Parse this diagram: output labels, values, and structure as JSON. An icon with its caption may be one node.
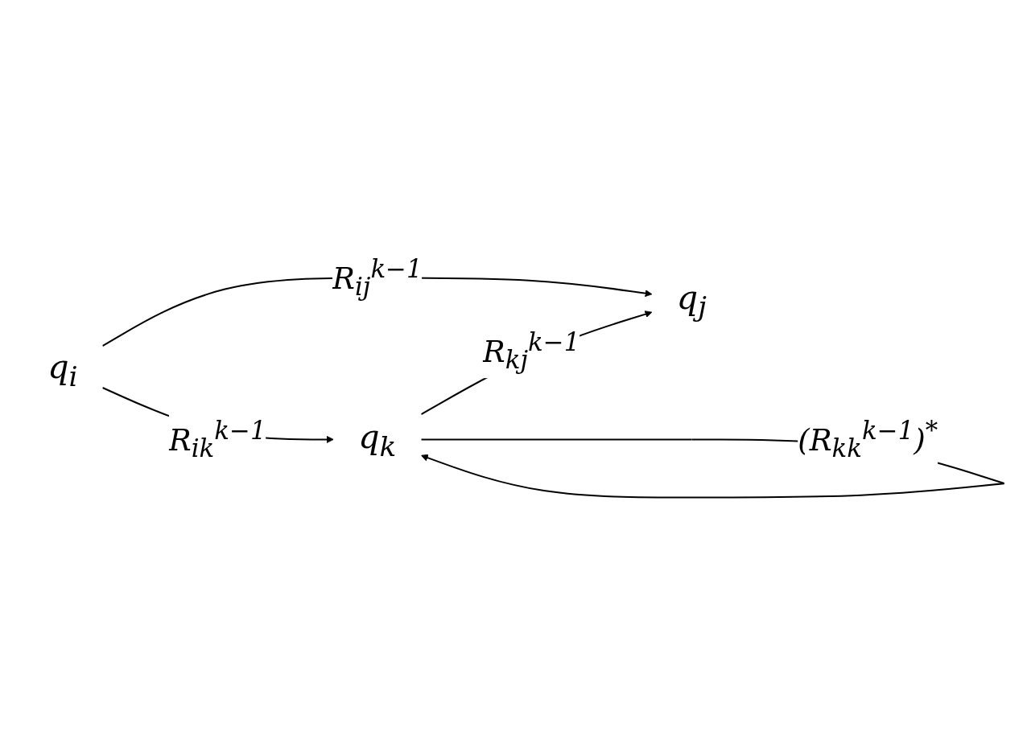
{
  "diagram": {
    "nodes": [
      {
        "text": [
          "q$_{i}$"
        ]
      },
      {
        "text": [
          "q$_{j}$"
        ]
      },
      {
        "text": [
          "q$_{k}$"
        ]
      }
    ],
    "edges": [
      {
        "from": 0,
        "to": 1,
        "arrow": "to",
        "label": "R$_{ij}$$^{k−1}$"
      },
      {
        "from": 0,
        "to": 2,
        "arrow": "to",
        "label": "R$_{ik}$$^{k−1}$"
      },
      {
        "from": 2,
        "to": 1,
        "arrow": "to",
        "label": "R$_{kj}$$^{k−1}$"
      },
      {
        "from": 2,
        "to": 2,
        "arrow": "to",
        "label": "(R$_{kk}$$^{k−1}$)$^{*}$"
      }
    ]
  }
}
